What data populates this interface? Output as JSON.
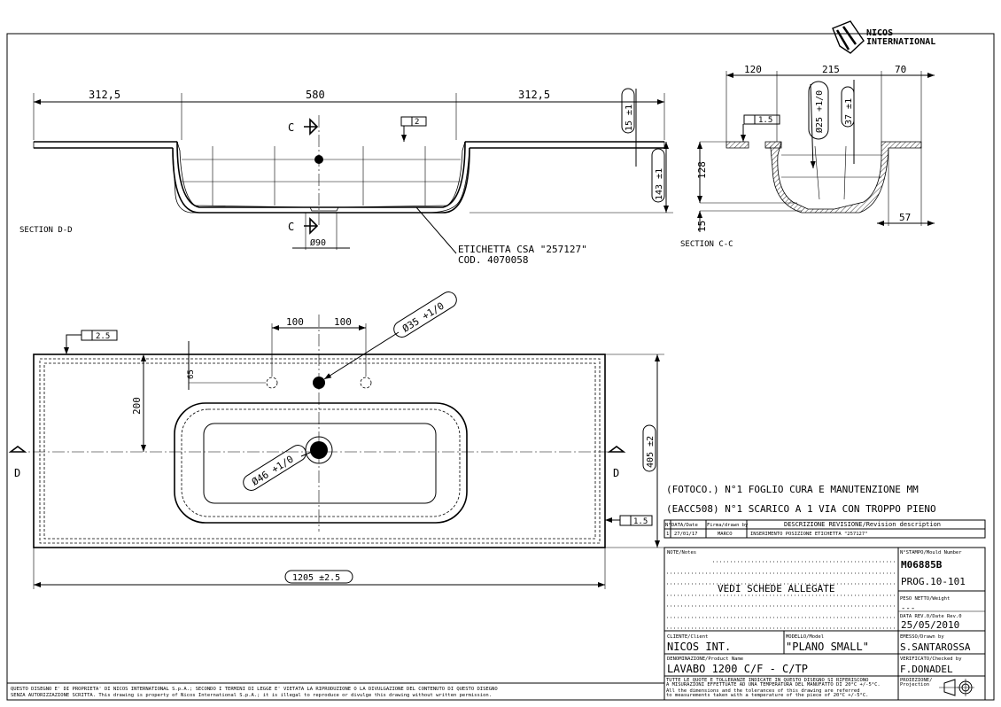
{
  "logo": {
    "line1": "NICOS",
    "line2": "INTERNATIONAL"
  },
  "section_dd": {
    "label": "SECTION D-D",
    "dims": {
      "left": "312,5",
      "middle": "580",
      "right": "312,5",
      "rim": "15 ±1",
      "depth": "143 ±1",
      "drain": "Ø90"
    },
    "cut_marker": "C",
    "flatness": "2",
    "callout_line1": "ETICHETTA CSA \"257127\"",
    "callout_line2": "COD. 4070058"
  },
  "section_cc": {
    "label": "SECTION C-C",
    "dims": {
      "a": "120",
      "b": "215",
      "c": "70",
      "height": "128",
      "base": "15",
      "right": "57",
      "hole": "Ø25 +1/0",
      "depth": "37 ±1"
    },
    "flatness": "1.5"
  },
  "plan": {
    "cut_marker": "D",
    "dims": {
      "hole_spacing_left": "100",
      "hole_spacing_right": "100",
      "hole_offset": "65",
      "depth_to_axis": "200",
      "overall_depth": "405 ±2",
      "overall_width": "1205 ±2.5",
      "tap_hole": "Ø35 +1/0",
      "drain_hole": "Ø46 +1/0"
    },
    "flatness_top": "2.5",
    "flatness_right": "1.5"
  },
  "notes_lines": [
    "(FOTOCO.) N°1 FOGLIO CURA E MANUTENZIONE MM",
    "(EACC508) N°1 SCARICO A 1 VIA CON TROPPO PIENO"
  ],
  "revision_table": {
    "headers": [
      "N°",
      "DATA/Date",
      "Firma/drawn by",
      "DESCRIZIONE REVISIONE/Revision description"
    ],
    "rows": [
      [
        "1",
        "27/01/17",
        "MARCO",
        "INSERIMENTO POSIZIONE ETICHETTA \"257127\""
      ]
    ]
  },
  "title_block": {
    "notes_label": "NOTE/Notes",
    "notes_text": "VEDI SCHEDE ALLEGATE",
    "mould_label": "N°STAMPO/Mould Number",
    "mould_number": "M06885B",
    "prog": "PROG.10-101",
    "weight_label": "PESO NETTO/Weight",
    "weight": "---",
    "date_label": "DATA REV.0/Date Rev.0",
    "date": "25/05/2010",
    "client_label": "CLIENTE/Client",
    "client": "NICOS INT.",
    "model_label": "MODELLO/Model",
    "model": "\"PLANO SMALL\"",
    "drawn_label": "EMESSO/Drawn by",
    "drawn": "S.SANTAROSSA",
    "product_label": "DENOMINAZIONE/Product Name",
    "product": "LAVABO 1200 C/F - C/TP",
    "checked_label": "VERIFICATO/Checked by",
    "checked": "F.DONADEL",
    "tolerance_it_1": "TUTTE LE QUOTE E TOLLERANZE INDICATE IN QUESTO DISEGNO SI RIFERISCONO",
    "tolerance_it_2": "A MISURAZIONI EFFETTUATE AD UNA TEMPERATURA DEL MANUFATTO DI 20°C +/-5°C.",
    "tolerance_en_1": "All the dimensions and the tolerances of this drawing are referred",
    "tolerance_en_2": "to measurements taken with a temperature of the piece of 20°C +/-5°C.",
    "projection_label": "PROIEZIONE/",
    "projection_label2": "Projection"
  },
  "footer": {
    "line1": "QUESTO DISEGNO E' DI PROPRIETA' DI NICOS INTERNATIONAL S.p.A.; SECONDO I TERMINI DI LEGGE E' VIETATA LA RIPRODUZIONE O LA DIVULGAZIONE DEL CONTENUTO DI QUESTO DISEGNO",
    "line2": "SENZA AUTORIZZAZIONE SCRITTA. This drawing is property of Nicos International S.p.A.; it is illegal to reproduce or divulge this drawing without written permission."
  }
}
